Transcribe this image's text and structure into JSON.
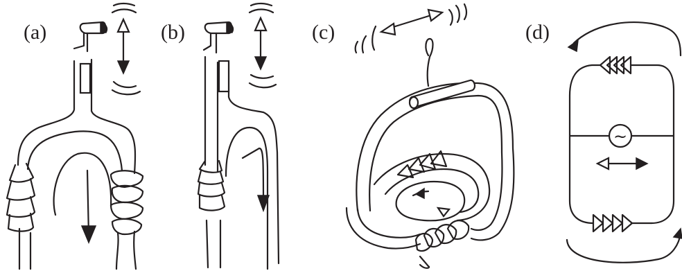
{
  "panels": [
    {
      "id": "a",
      "label": "(a)"
    },
    {
      "id": "b",
      "label": "(b)"
    },
    {
      "id": "c",
      "label": "(c)"
    },
    {
      "id": "d",
      "label": "(d)"
    }
  ],
  "d_source_symbol": "~"
}
